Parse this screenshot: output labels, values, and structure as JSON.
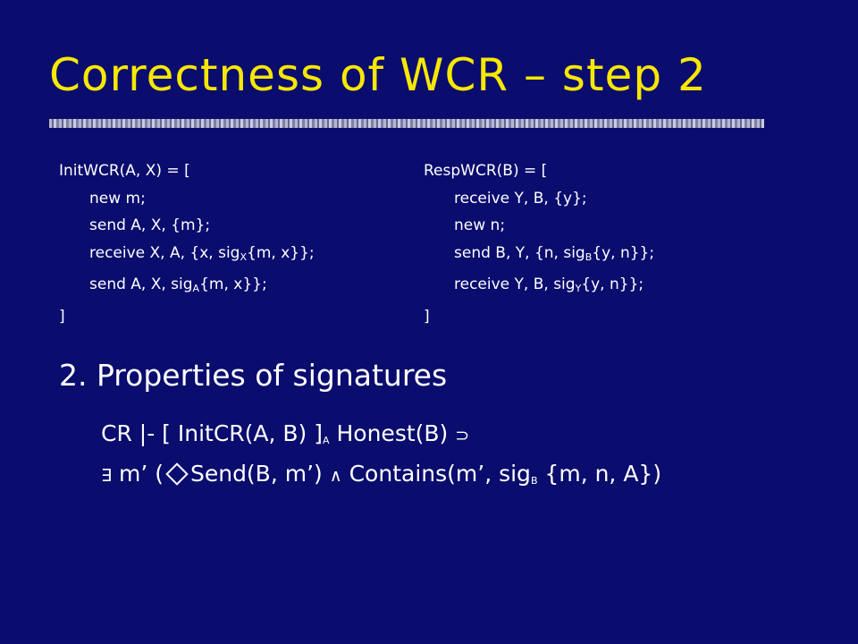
{
  "slide": {
    "title": "Correctness of WCR – step 2"
  },
  "init_role": {
    "header": "InitWCR(A, X) = [",
    "lines": [
      "new m;",
      "send A, X, {m};",
      "receive X, A, {x, sig",
      "send A, X, sig"
    ],
    "sub_x": "X",
    "sub_x_rest": "{m, x}};",
    "sub_a": "A",
    "sub_a_rest": "{m, x}};",
    "close": "]"
  },
  "resp_role": {
    "header": "RespWCR(B) = [",
    "lines": [
      "receive Y, B, {y};",
      "new n;",
      "send B, Y, {n, sig",
      "receive Y, B, sig"
    ],
    "sub_b": "B",
    "sub_b_rest": "{y, n}};",
    "sub_y": "Y",
    "sub_y_rest": "{y, n}};",
    "close": "]"
  },
  "section_heading": "2. Properties of signatures",
  "formula": {
    "line1_a": "CR |-  [ InitCR(A, B) ]",
    "line1_sub": "A",
    "line1_b": " Honest(B)",
    "implies_symbol": "⊃",
    "exists_symbol": "∃",
    "line2_a": " m’ (",
    "line2_b": "Send(B, m’) ",
    "and_symbol": "∧",
    "line2_c": " Contains(m’, sig",
    "line2_sub": "B",
    "line2_d": " {m, n, A})"
  },
  "colors": {
    "background": "#0a0c6e",
    "title": "#f8e800",
    "text": "#ffffff"
  }
}
